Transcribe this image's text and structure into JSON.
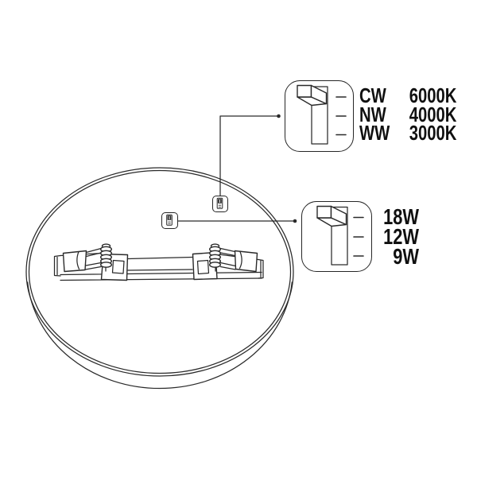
{
  "diagram_type": "led-panel-light-switch-settings",
  "colors": {
    "line": "#2a2a2a",
    "text": "#101010",
    "background": "#ffffff"
  },
  "fixture": {
    "shape": "round-panel-back-view",
    "parts": [
      "outer-rim",
      "inner-rim",
      "mounting-bracket-rail",
      "spring-clip-left",
      "spring-clip-right"
    ]
  },
  "icons": {
    "fixture_switch_icon": "slide-switch-icon",
    "panel_switch_icon": "slide-switch-3d-icon"
  },
  "color_temp_panel": {
    "switch_position": "top",
    "positions": [
      {
        "label": "CW",
        "value": "6000K"
      },
      {
        "label": "NW",
        "value": "4000K"
      },
      {
        "label": "WW",
        "value": "3000K"
      }
    ]
  },
  "wattage_panel": {
    "switch_position": "top",
    "positions": [
      {
        "value": "18W"
      },
      {
        "value": "12W"
      },
      {
        "value": "9W"
      }
    ]
  }
}
